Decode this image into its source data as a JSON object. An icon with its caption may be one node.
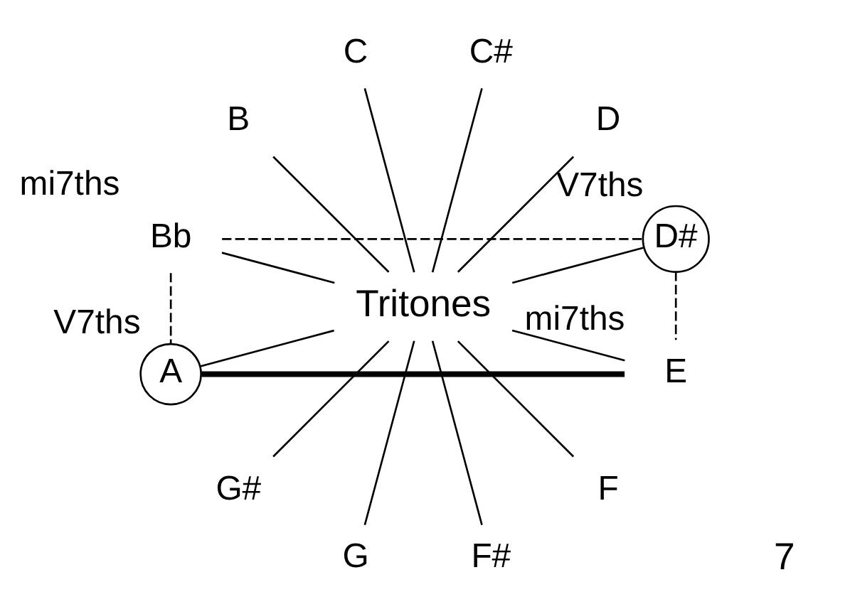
{
  "diagram": {
    "nodes": [
      {
        "text": [
          "C"
        ]
      },
      {
        "text": [
          "B"
        ]
      },
      {
        "text": [
          "C#"
        ]
      },
      {
        "text": [
          "Bb"
        ],
        "beside": [
          "mi7ths"
        ]
      },
      {
        "text": [
          "D"
        ]
      },
      {
        "text": [
          "A"
        ],
        "beside": [
          "V7ths"
        ]
      },
      {
        "text": [
          "Tritones"
        ]
      },
      {
        "text": [
          "D#"
        ],
        "beside": [
          "V7ths"
        ]
      },
      {
        "text": [
          "E"
        ],
        "beside": [
          "mi7ths"
        ]
      },
      {
        "text": [
          "G#"
        ]
      },
      {
        "text": [
          "G"
        ]
      },
      {
        "text": [
          "F"
        ]
      },
      {
        "text": [
          "F#"
        ]
      }
    ],
    "edges": [
      {
        "from": 0,
        "to": 6,
        "arrow": "none"
      },
      {
        "from": 2,
        "to": 6,
        "arrow": "none"
      },
      {
        "from": 4,
        "to": 6,
        "arrow": "none"
      },
      {
        "from": 7,
        "to": 6,
        "arrow": "none"
      },
      {
        "from": 8,
        "to": 6,
        "arrow": "none"
      },
      {
        "from": 11,
        "to": 6,
        "arrow": "none"
      },
      {
        "from": 12,
        "to": 6,
        "arrow": "none"
      },
      {
        "from": 10,
        "to": 6,
        "arrow": "none"
      },
      {
        "from": 9,
        "to": 6,
        "arrow": "none"
      },
      {
        "from": 5,
        "to": 6,
        "arrow": "none"
      },
      {
        "from": 3,
        "to": 6,
        "arrow": "none"
      },
      {
        "from": 1,
        "to": 6,
        "arrow": "none"
      },
      {
        "from": 3,
        "to": 5,
        "arrow": "none",
        "style": "dashed"
      },
      {
        "from": 3,
        "to": 7,
        "arrow": "none",
        "style": "dashed"
      },
      {
        "from": 7,
        "to": 8,
        "arrow": "none",
        "style": "dashed"
      },
      {
        "from": 5,
        "to": 8,
        "arrow": "none",
        "style": "thick"
      }
    ],
    "labels": [
      "7"
    ]
  }
}
